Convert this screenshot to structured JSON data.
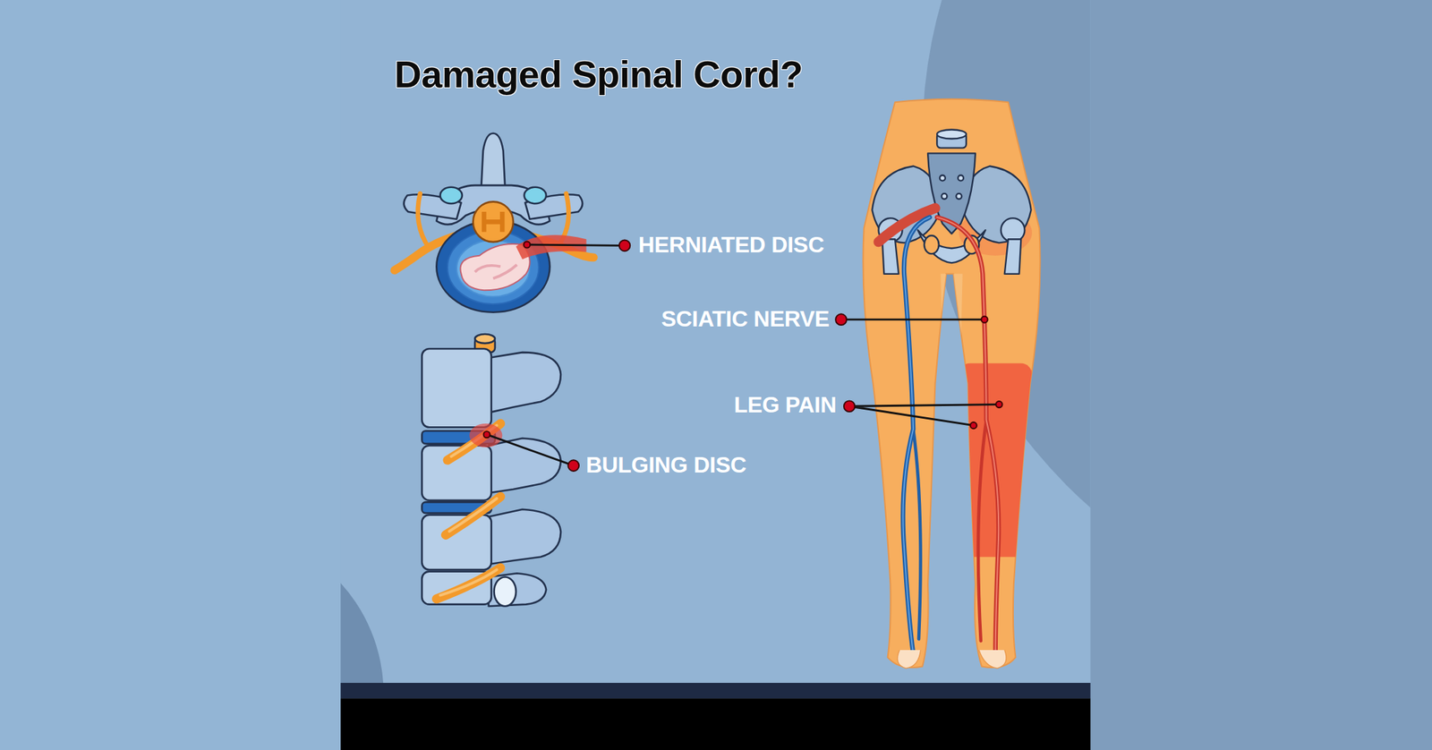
{
  "diagram": {
    "title": "Damaged Spinal Cord?",
    "labels": [
      "HERNIATED DISC",
      "SCIATIC NERVE",
      "LEG PAIN",
      "BULGING DISC"
    ]
  }
}
